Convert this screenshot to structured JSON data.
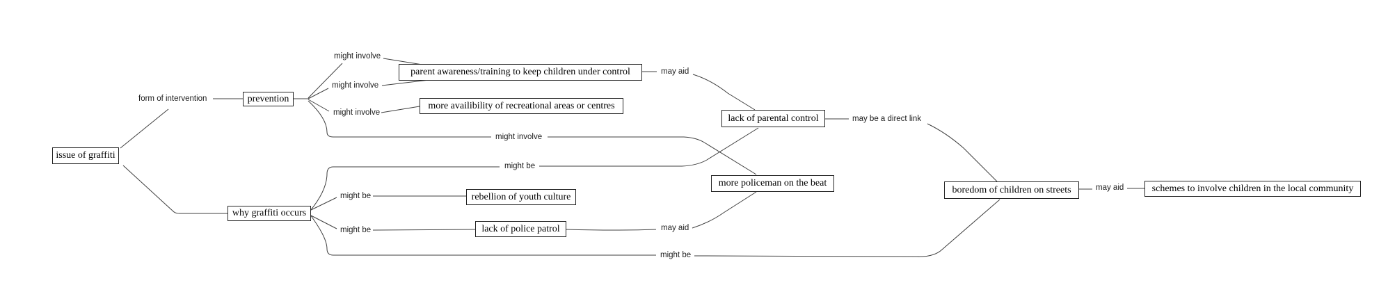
{
  "diagram_type": "concept-map",
  "background_color": "#ffffff",
  "line_color": "#3f3f3f",
  "node_border_color": "#222222",
  "nodes": [
    {
      "id": "issue-of-graffiti",
      "label": "issue of graffiti"
    },
    {
      "id": "prevention",
      "label": "prevention"
    },
    {
      "id": "why-graffiti-occurs",
      "label": "why graffiti occurs"
    },
    {
      "id": "parent-awareness",
      "label": "parent awareness/training to keep children under control"
    },
    {
      "id": "more-availibility",
      "label": "more availibility of recreational areas or centres"
    },
    {
      "id": "rebellion-of-youth-culture",
      "label": "rebellion of youth culture"
    },
    {
      "id": "lack-of-police-patrol",
      "label": "lack of police patrol"
    },
    {
      "id": "lack-of-parental-control",
      "label": "lack of parental control"
    },
    {
      "id": "more-policeman-on-the-beat",
      "label": "more policeman on the beat"
    },
    {
      "id": "boredom-of-children-on-streets",
      "label": "boredom of children on streets"
    },
    {
      "id": "schemes-to-involve-children",
      "label": "schemes to involve children in the local community"
    }
  ],
  "edges": [
    {
      "from": "issue of graffiti",
      "to": "prevention",
      "label": "form of intervention"
    },
    {
      "from": "prevention",
      "to": "parent awareness/training to keep children under control",
      "label": "might involve"
    },
    {
      "from": "prevention",
      "to": "parent awareness/training to keep children under control",
      "label": "might involve"
    },
    {
      "from": "prevention",
      "to": "more availibility of recreational areas or centres",
      "label": "might involve"
    },
    {
      "from": "prevention",
      "to": "more policeman on the beat",
      "label": "might involve"
    },
    {
      "from": "issue of graffiti",
      "to": "why graffiti occurs",
      "label": ""
    },
    {
      "from": "why graffiti occurs",
      "to": "lack of parental control",
      "label": "might be"
    },
    {
      "from": "why graffiti occurs",
      "to": "rebellion of youth culture",
      "label": "might be"
    },
    {
      "from": "why graffiti occurs",
      "to": "lack of police patrol",
      "label": "might be"
    },
    {
      "from": "why graffiti occurs",
      "to": "boredom of children on streets",
      "label": "might be"
    },
    {
      "from": "parent awareness/training to keep children under control",
      "to": "lack of parental control",
      "label": "may aid"
    },
    {
      "from": "lack of police patrol",
      "to": "more policeman on the beat",
      "label": "may aid"
    },
    {
      "from": "lack of parental control",
      "to": "boredom of children on streets",
      "label": "may be a direct link"
    },
    {
      "from": "boredom of children on streets",
      "to": "schemes to involve children in the local community",
      "label": "may aid"
    }
  ]
}
